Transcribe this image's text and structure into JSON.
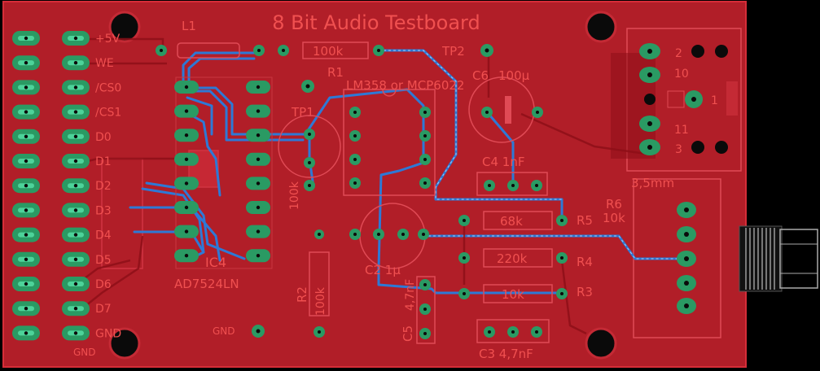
{
  "board": {
    "title": "8 Bit Audio Testboard",
    "colors": {
      "pcb": "#b11e28",
      "pcb_edge": "#d62d38",
      "silkscreen": "#f05050",
      "pad_green": "#2a9a63",
      "pad_light": "#4dd39a",
      "trace_blue": "#2d79d6",
      "hole": "#0a0a0a"
    }
  },
  "connector_labels": [
    "+5V",
    "WE",
    "/CS0",
    "/CS1",
    "D0",
    "D1",
    "D2",
    "D3",
    "D4",
    "D5",
    "D6",
    "D7",
    "GND"
  ],
  "labels": {
    "L1": "L1",
    "R1": "R1",
    "R1_value": "100k",
    "TP1": "TP1",
    "TP2": "TP2",
    "opamp": "LM358 or MCP6022",
    "C6": "C6",
    "C6_value": "100µ",
    "C4": "C4 1nF",
    "IC4": "IC4",
    "IC4_part": "AD7524LN",
    "pot_value": "100k",
    "C2": "C2 1µ",
    "R2": "R2",
    "R2_value": "100k",
    "C5": "C5",
    "C5_value": "4,7nF",
    "C3": "C3 4,7nF",
    "R5": "R5",
    "R5_value": "68k",
    "R4": "R4",
    "R4_value": "220k",
    "R3": "R3",
    "R3_value": "10k",
    "R6": "R6",
    "R6_value": "10k",
    "jack": "3,5mm",
    "pin_2": "2",
    "pin_10": "10",
    "pin_11": "11",
    "pin_3": "3",
    "pin_1": "1",
    "gnd": "GND",
    "gnd_bottom": "GND"
  }
}
